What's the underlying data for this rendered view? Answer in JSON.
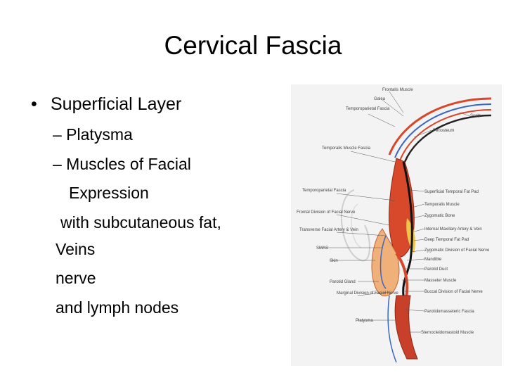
{
  "slide": {
    "title": "Cervical Fascia",
    "bullet": "Superficial Layer",
    "bullet_glyph": "•",
    "lines": [
      "– Platysma",
      "– Muscles of Facial",
      "Expression",
      "with subcutaneous fat,",
      "Veins",
      "nerve",
      "and lymph nodes"
    ]
  },
  "figure": {
    "labels": {
      "frontalis": "Frontalis Muscle",
      "galea": "Galea",
      "temporoparietal_fascia_top": "Temporoparietal Fascia",
      "scalp": "Scalp",
      "periosteum": "Periosteum",
      "temporalis_fascia": "Temporalis Muscle Fascia",
      "temporoparietal_fascia": "Temporoparietal Fascia",
      "superficial_temporal_fat_pad": "Superficial Temporal Fat Pad",
      "temporalis_muscle": "Temporalis Muscle",
      "frontal_division": "Frontal Division of Facial Nerve",
      "zygomatic_bone": "Zygomatic Bone",
      "transverse_facial": "Transverse Facial Artery & Vein",
      "internal_maxillary": "Internal Maxillary Artery & Vein",
      "deep_temporal_fat_pad": "Deep Temporal Fat Pad",
      "smas": "SMAS",
      "zygomatic_division": "Zygomatic Division of Facial Nerve",
      "mandible": "Mandible",
      "skin": "Skin",
      "parotid_duct": "Parotid Duct",
      "parotid_gland": "Parotid Gland",
      "masseter": "Masseter Muscle",
      "marginal_division": "Marginal Division of Facial Nerve",
      "buccal_division": "Buccal Division of Facial Nerve",
      "parotidomasseteric_fascia": "Parotidomasseteric Fascia",
      "platysma": "Platysma",
      "scm": "Sternocleidomastoid Muscle"
    }
  }
}
